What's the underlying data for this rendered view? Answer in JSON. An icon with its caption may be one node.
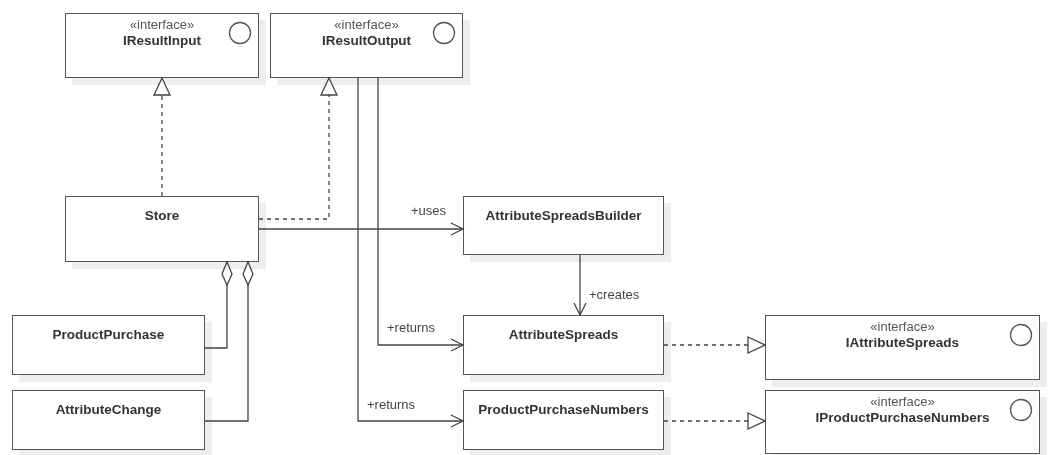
{
  "diagram": {
    "nodes": [
      {
        "text": [
          "«interface»",
          "IResultInput"
        ]
      },
      {
        "text": [
          "«interface»",
          "IResultOutput"
        ]
      },
      {
        "text": [
          "Store"
        ]
      },
      {
        "text": [
          "AttributeSpreadsBuilder"
        ]
      },
      {
        "text": [
          "ProductPurchase"
        ]
      },
      {
        "text": [
          "AttributeChange"
        ]
      },
      {
        "text": [
          "AttributeSpreads"
        ]
      },
      {
        "text": [
          "«interface»",
          "IAttributeSpreads"
        ]
      },
      {
        "text": [
          "ProductPurchaseNumbers"
        ]
      },
      {
        "text": [
          "«interface»",
          "IProductPurchaseNumbers"
        ]
      }
    ],
    "edges": [
      {
        "from": 2,
        "to": 0,
        "arrow": "to",
        "style": "dashed"
      },
      {
        "from": 2,
        "to": 1,
        "arrow": "to",
        "style": "dashed"
      },
      {
        "from": 2,
        "to": 3,
        "arrow": "to",
        "label": "+uses"
      },
      {
        "from": 3,
        "to": 6,
        "arrow": "to",
        "label": "+creates"
      },
      {
        "from": 1,
        "to": 6,
        "arrow": "to",
        "label": "+returns"
      },
      {
        "from": 1,
        "to": 8,
        "arrow": "to",
        "label": "+returns"
      },
      {
        "from": 6,
        "to": 7,
        "arrow": "to",
        "style": "dashed"
      },
      {
        "from": 8,
        "to": 9,
        "arrow": "to",
        "style": "dashed"
      },
      {
        "from": 4,
        "to": 2,
        "arrow": "other"
      },
      {
        "from": 5,
        "to": 2,
        "arrow": "other"
      }
    ]
  }
}
